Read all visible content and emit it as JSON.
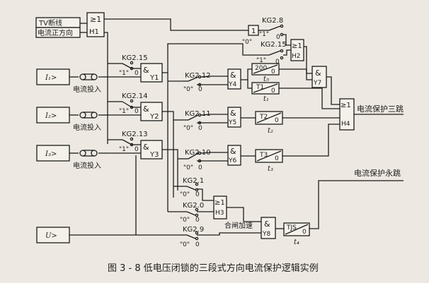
{
  "inputs": {
    "tv": "TV断线",
    "dir": "电流正方向",
    "i1": "I₁>",
    "i2": "I₂>",
    "i3": "I₃>",
    "u": "U>"
  },
  "current_enable": "电流投入",
  "gates": {
    "h1_sym": "≥1",
    "h1_id": "H1",
    "y1_sym": "&",
    "y1_id": "Y1",
    "y2_sym": "&",
    "y2_id": "Y2",
    "y3_sym": "&",
    "y3_id": "Y3",
    "y4_sym": "&",
    "y4_id": "Y4",
    "y5_sym": "&",
    "y5_id": "Y5",
    "y6_sym": "&",
    "y6_id": "Y6",
    "y7_sym": "&",
    "y7_id": "Y7",
    "y8_sym": "&",
    "y8_id": "Y8",
    "h2_sym": "≥1",
    "h2_id": "H2",
    "h3_sym": "≥1",
    "h3_id": "H3",
    "h4_sym": "≥1",
    "h4_id": "H4",
    "not_sym": "1"
  },
  "switches": {
    "kg28": "KG2.8",
    "kg215a": "KG2.15",
    "kg215b": "KG2.15",
    "kg214": "KG2.14",
    "kg213": "KG2.13",
    "kg212": "KG2.12",
    "kg211": "KG2.11",
    "kg210": "KG2.10",
    "kg21": "KG2.1",
    "kg20": "KG2.0",
    "kg29": "KG2.9"
  },
  "contact_one": "\"1\"",
  "contact_zero": "\"0\"",
  "contact_sub": "0",
  "timers": {
    "t200_a": "200",
    "t200_b": "0",
    "t200_lbl": "t₅",
    "t1_a": "T1",
    "t1_b": "0",
    "t1_lbl": "t₁",
    "t2_a": "T2",
    "t2_b": "0",
    "t2_lbl": "t₂",
    "t3_a": "T3",
    "t3_b": "0",
    "t3_lbl": "t₃",
    "tjs_a": "TJS",
    "tjs_b": "0",
    "tjs_lbl": "t₄"
  },
  "outputs": {
    "trip3": "电流保护三跳",
    "perm": "电流保护永跳",
    "close_acc": "合闸加速"
  },
  "caption": "图 3 - 8    低电压闭锁的三段式方向电流保护逻辑实例"
}
